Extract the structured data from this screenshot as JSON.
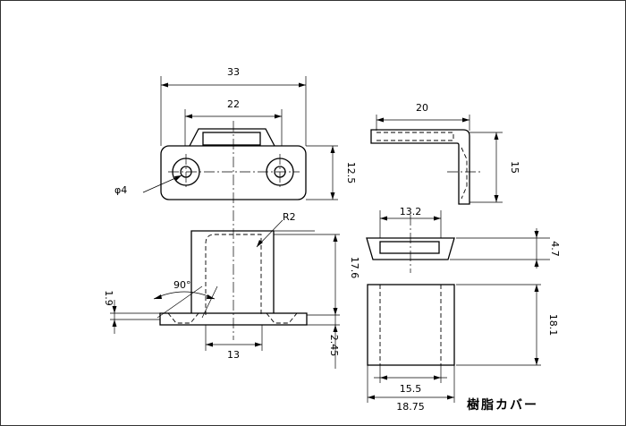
{
  "dimensions": {
    "front_width": "33",
    "front_slot": "22",
    "hole_dia": "φ4",
    "front_height": "12.5",
    "bend_radius": "R2",
    "angle": "90°",
    "base_offset": "1.9",
    "side_height": "17.6",
    "base_thick": "2.45",
    "base_inner": "13",
    "top_width": "20",
    "top_height": "15",
    "cover_top": "13.2",
    "cover_depth": "4.7",
    "cover_height": "18.1",
    "cover_inner": "15.5",
    "cover_outer": "18.75"
  },
  "caption": "樹脂カバー"
}
